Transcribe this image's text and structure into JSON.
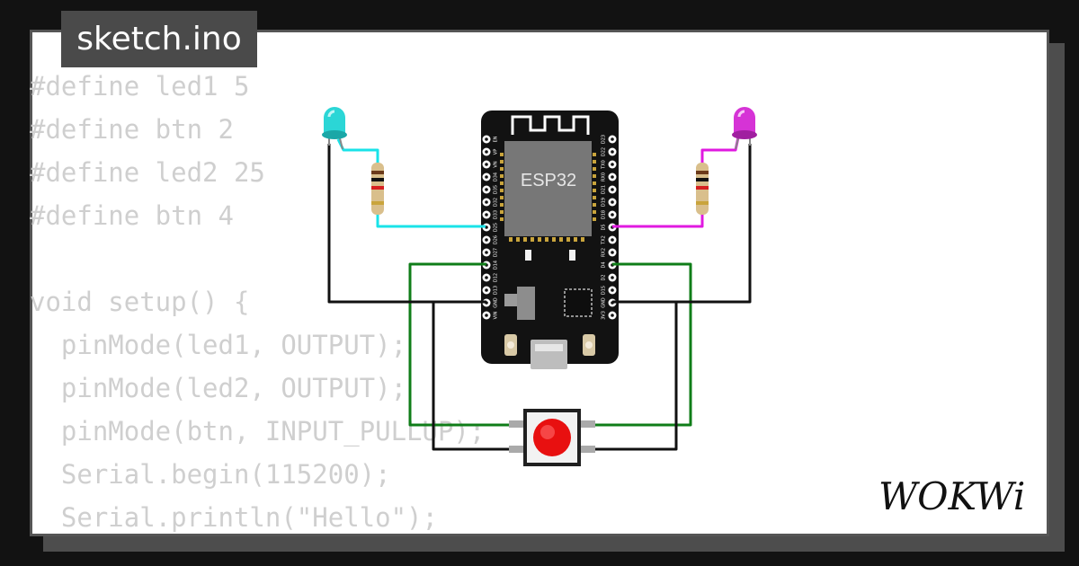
{
  "file_tab": {
    "label": "sketch.ino"
  },
  "code": {
    "lines": [
      "#define led1 5",
      "#define btn 2",
      "#define led2 25",
      "#define btn 4",
      "",
      "void setup() {",
      "  pinMode(led1, OUTPUT);",
      "  pinMode(led2, OUTPUT);",
      "  pinMode(btn, INPUT_PULLUP);",
      "  Serial.begin(115200);",
      "  Serial.println(\"Hello\");"
    ]
  },
  "board": {
    "chip_label": "ESP32",
    "left_pins": [
      "EN",
      "VP",
      "VN",
      "D34",
      "D35",
      "D32",
      "D33",
      "D25",
      "D26",
      "D27",
      "D14",
      "D12",
      "D13",
      "GND",
      "VIN"
    ],
    "right_pins": [
      "D23",
      "D22",
      "TX0",
      "RX0",
      "D21",
      "D19",
      "D18",
      "D5",
      "TX2",
      "RX2",
      "D4",
      "D2",
      "D15",
      "GND",
      "3V3"
    ]
  },
  "components": {
    "led_left_color": "#2bd6d6",
    "led_right_color": "#d633d6",
    "button_color": "#e81010"
  },
  "wires": {
    "cyan": "#19e3e8",
    "magenta": "#e019e0",
    "green": "#0f7d18",
    "black": "#111111"
  },
  "brand": {
    "logo_text": "WOKWi"
  }
}
